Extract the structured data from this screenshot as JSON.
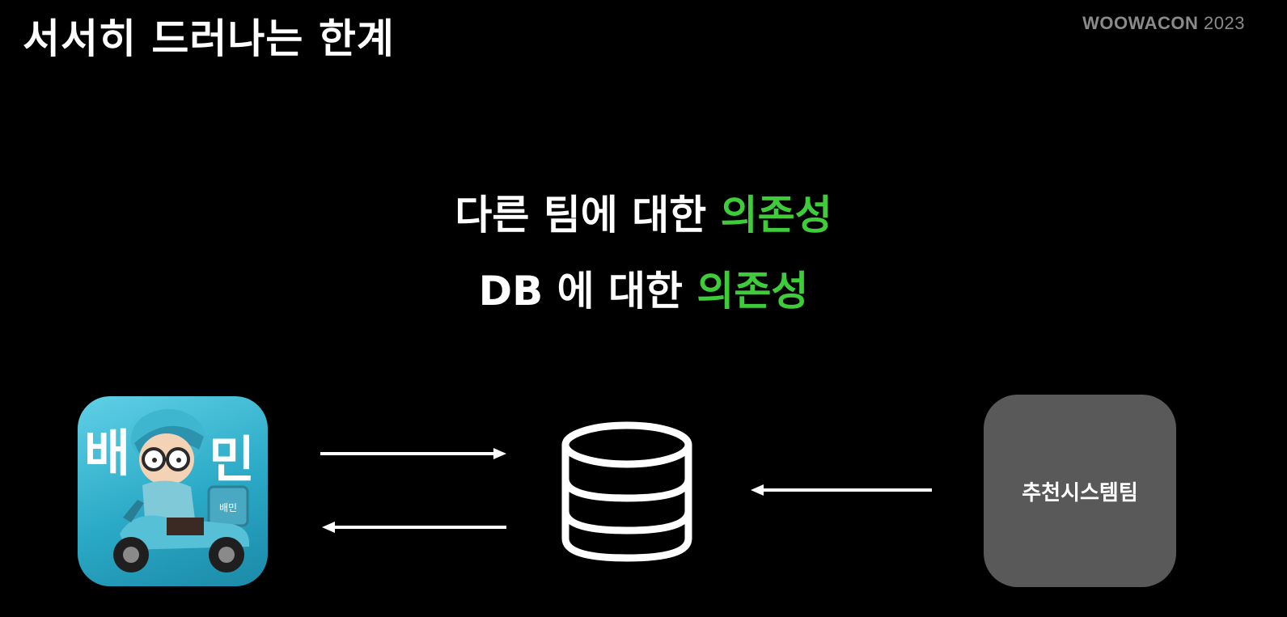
{
  "slide": {
    "title": "서서히 드러나는 한계",
    "brand": {
      "name": "WOOWACON",
      "year": "2023"
    }
  },
  "statements": [
    {
      "prefix": "다른 팀에 대한 ",
      "highlight": "의존성"
    },
    {
      "prefix": "DB 에 대한 ",
      "highlight": "의존성"
    }
  ],
  "diagram": {
    "app_icon": {
      "icon": "baemin-app-icon",
      "letters": [
        "배",
        "민"
      ],
      "box_text": "배민"
    },
    "database": {
      "icon": "database-icon"
    },
    "team": {
      "label": "추천시스템팀"
    },
    "arrows": [
      {
        "from": "app",
        "to": "database"
      },
      {
        "from": "database",
        "to": "app"
      },
      {
        "from": "team",
        "to": "database"
      }
    ]
  },
  "colors": {
    "background": "#000000",
    "highlight": "#3ecc3a",
    "team_box": "#595959",
    "brand_text": "#8a8a8a"
  }
}
